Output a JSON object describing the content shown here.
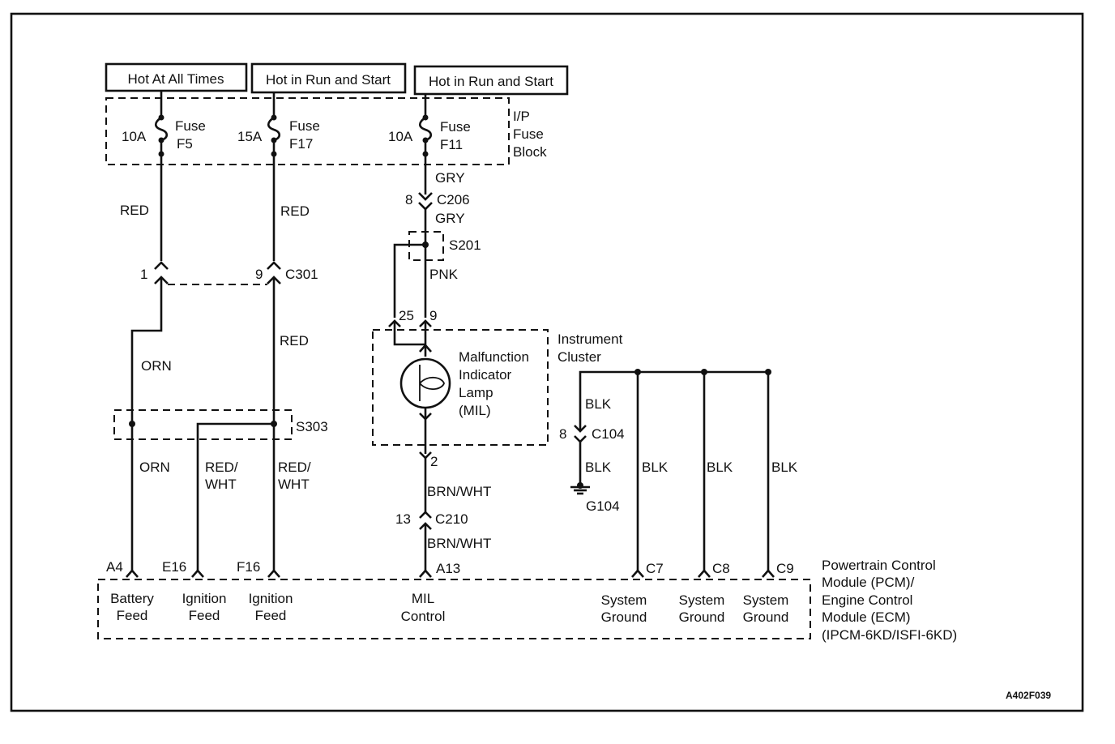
{
  "power_sources": [
    "Hot At All Times",
    "Hot in Run and Start",
    "Hot in Run and Start"
  ],
  "fuse_block": {
    "name_lines": [
      "I/P",
      "Fuse",
      "Block"
    ],
    "fuses": [
      {
        "rating": "10A",
        "label": "Fuse",
        "id": "F5"
      },
      {
        "rating": "15A",
        "label": "Fuse",
        "id": "F17"
      },
      {
        "rating": "10A",
        "label": "Fuse",
        "id": "F11"
      }
    ]
  },
  "wire_colors": {
    "red": "RED",
    "gry": "GRY",
    "pnk": "PNK",
    "orn": "ORN",
    "red_wht_1": "RED/",
    "red_wht_2": "WHT",
    "brn_wht": "BRN/WHT",
    "blk": "BLK"
  },
  "connectors": {
    "c206": "C206",
    "c206_pin": "8",
    "c301": "C301",
    "c301_pin_a": "1",
    "c301_pin_b": "9",
    "c104": "C104",
    "c104_pin": "8",
    "c210": "C210",
    "c210_pin": "13"
  },
  "splices": {
    "s201": "S201",
    "s303": "S303"
  },
  "ground": "G104",
  "cluster": {
    "name_lines": [
      "Instrument",
      "Cluster"
    ],
    "pin_a": "25",
    "pin_b": "9",
    "pin_out": "2",
    "lamp_lines": [
      "Malfunction",
      "Indicator",
      "Lamp",
      "(MIL)"
    ]
  },
  "pcm": {
    "name_lines": [
      "Powertrain Control",
      "Module (PCM)/",
      "Engine Control",
      "Module (ECM)",
      "(IPCM-6KD/ISFI-6KD)"
    ],
    "pins": [
      {
        "pin": "A4",
        "line1": "Battery",
        "line2": "Feed"
      },
      {
        "pin": "E16",
        "line1": "Ignition",
        "line2": "Feed"
      },
      {
        "pin": "F16",
        "line1": "Ignition",
        "line2": "Feed"
      },
      {
        "pin": "A13",
        "line1": "MIL",
        "line2": "Control"
      },
      {
        "pin": "C7",
        "line1": "System",
        "line2": "Ground"
      },
      {
        "pin": "C8",
        "line1": "System",
        "line2": "Ground"
      },
      {
        "pin": "C9",
        "line1": "System",
        "line2": "Ground"
      }
    ]
  },
  "figure_id": "A402F039"
}
